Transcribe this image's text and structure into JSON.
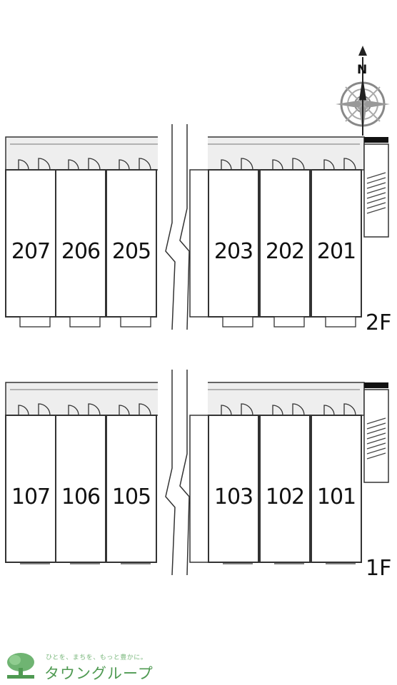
{
  "compass": {
    "north_label": "N",
    "icon": "compass-rose-icon"
  },
  "floors": [
    {
      "label": "2F",
      "units_left": [
        "207",
        "206",
        "205"
      ],
      "units_right": [
        "203",
        "202",
        "201"
      ]
    },
    {
      "label": "1F",
      "units_left": [
        "107",
        "106",
        "105"
      ],
      "units_right": [
        "103",
        "102",
        "101"
      ]
    }
  ],
  "logo": {
    "tagline": "ひとを、まちを、もっと豊かに。",
    "name": "タウングループ",
    "icon": "tree-logo-icon",
    "color": "#4f9a52"
  },
  "colors": {
    "line": "#333333",
    "corridor": "#eeeeee"
  }
}
